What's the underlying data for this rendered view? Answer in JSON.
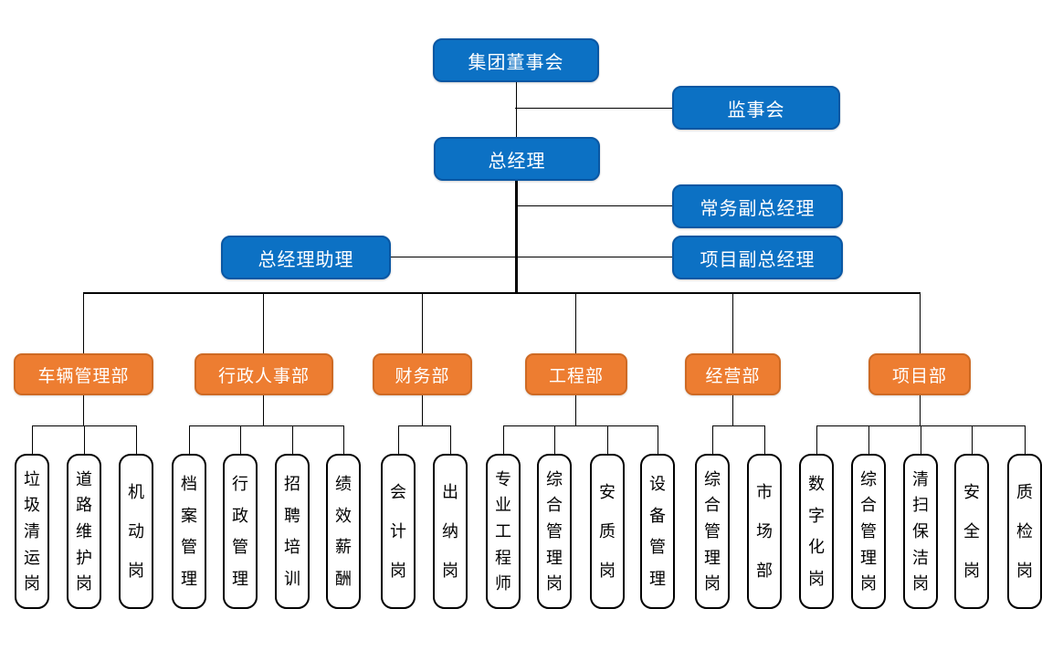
{
  "org": {
    "board": "集团董事会",
    "supervisory_board": "监事会",
    "general_manager": "总经理",
    "executive_deputy_gm": "常务副总经理",
    "project_deputy_gm": "项目副总经理",
    "gm_assistant": "总经理助理",
    "departments": [
      {
        "label": "车辆管理部",
        "children": [
          "垃圾清运岗",
          "道路维护岗",
          "机动岗"
        ]
      },
      {
        "label": "行政人事部",
        "children": [
          "档案管理",
          "行政管理",
          "招聘培训",
          "绩效薪酬"
        ]
      },
      {
        "label": "财务部",
        "children": [
          "会计岗",
          "出纳岗"
        ]
      },
      {
        "label": "工程部",
        "children": [
          "专业工程师",
          "综合管理岗",
          "安质岗",
          "设备管理"
        ]
      },
      {
        "label": "经营部",
        "children": [
          "综合管理岗",
          "市场部"
        ]
      },
      {
        "label": "项目部",
        "children": [
          "数字化岗",
          "综合管理岗",
          "清扫保洁岗",
          "安全岗",
          "质检岗"
        ]
      }
    ]
  },
  "colors": {
    "blue_fill": "#0C71C4",
    "blue_border": "#0A57A3",
    "orange_fill": "#ED7D31",
    "orange_border": "#CE6A24",
    "post_fill": "#FFFFFF",
    "post_border": "#000000",
    "connector": "#000000",
    "text_on_color": "#FFFFFF",
    "text_dark": "#000000"
  }
}
